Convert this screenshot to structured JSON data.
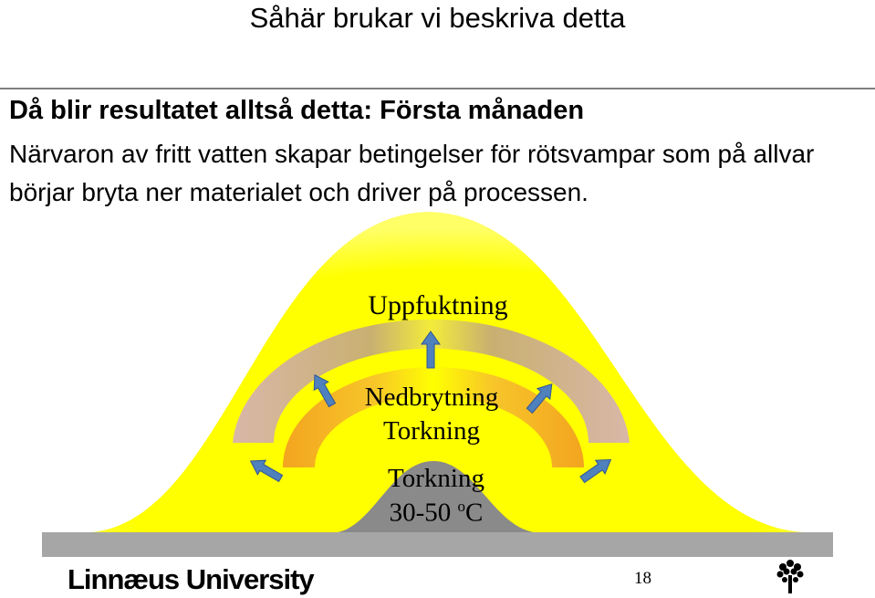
{
  "slide": {
    "title": "Såhär brukar vi beskriva detta",
    "heading": "Då blir resultatet alltså detta: Första månaden",
    "body": "Närvaron av fritt vatten skapar betingelser för rötsvampar som på allvar börjar bryta ner materialet och driver på processen."
  },
  "diagram": {
    "labels": {
      "outer": "Uppfuktning",
      "middle_1": "Nedbrytning",
      "middle_2": "Torkning",
      "core_1": "Torkning",
      "core_temp": "30-50 ",
      "core_temp_sup": "o",
      "core_temp_unit": "C"
    },
    "colors": {
      "pile": "#ffff00",
      "outer_arc": "#c9a89a",
      "inner_arc": "#f5a623",
      "core": "#8a8a8a",
      "ground": "#a6a6a6",
      "arrow": "#4f81bd"
    }
  },
  "footer": {
    "logo": "Linnæus University",
    "page_number": "18"
  }
}
